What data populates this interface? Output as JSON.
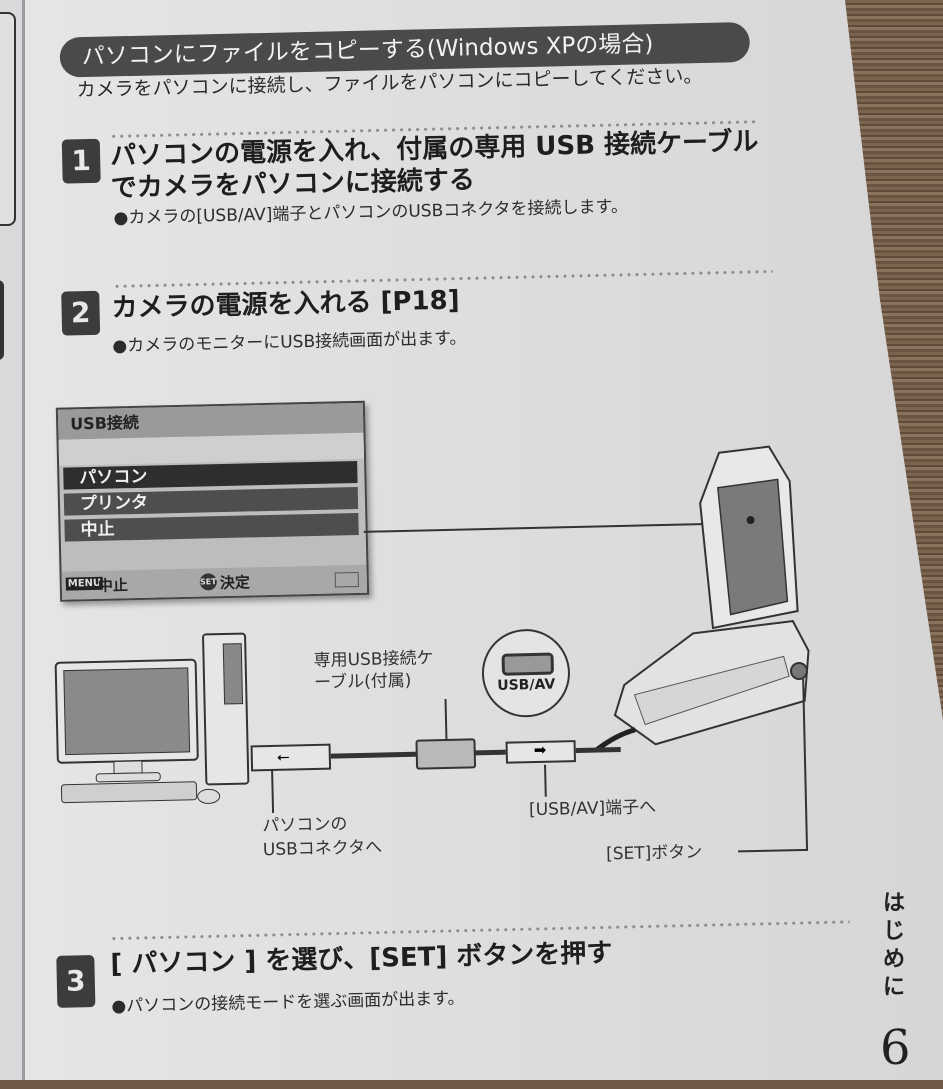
{
  "section": {
    "title": "パソコンにファイルをコピーする(Windows XPの場合)",
    "intro": "カメラをパソコンに接続し、ファイルをパソコンにコピーしてください。"
  },
  "steps": [
    {
      "number": "1",
      "heading": "パソコンの電源を入れ、付属の専用 USB 接続ケーブルでカメラをパソコンに接続する",
      "bullet": "カメラの[USB/AV]端子とパソコンのUSBコネクタを接続します。"
    },
    {
      "number": "2",
      "heading": "カメラの電源を入れる [P18]",
      "bullet": "カメラのモニターにUSB接続画面が出ます。"
    },
    {
      "number": "3",
      "heading": "[ パソコン ] を選び、[SET] ボタンを押す",
      "bullet": "パソコンの接続モードを選ぶ画面が出ます。"
    }
  ],
  "lcd_screen": {
    "title": "USB接続",
    "options": [
      "パソコン",
      "プリンタ",
      "中止"
    ],
    "selected_index": 0,
    "footer_left_key": "MENU",
    "footer_left_label": "中止",
    "footer_center_key": "SET",
    "footer_center_label": "決定"
  },
  "diagram": {
    "cable_label": "専用USB接続ケーブル(付属)",
    "port_callout": "USB/AV",
    "pc_connector_label_line1": "パソコンの",
    "pc_connector_label_line2": "USBコネクタへ",
    "camera_port_label": "[USB/AV]端子へ",
    "set_button_label": "[SET]ボタン"
  },
  "side_tab": "はじめに",
  "page_number": "6",
  "bullet_char": "●",
  "colors": {
    "banner_bg": "#4a4a4a",
    "step_badge_bg": "#3c3c3c",
    "lcd_selected": "#2e2e2e",
    "lcd_unselected": "#4e4e4e",
    "paper": "#e0e0e1"
  }
}
